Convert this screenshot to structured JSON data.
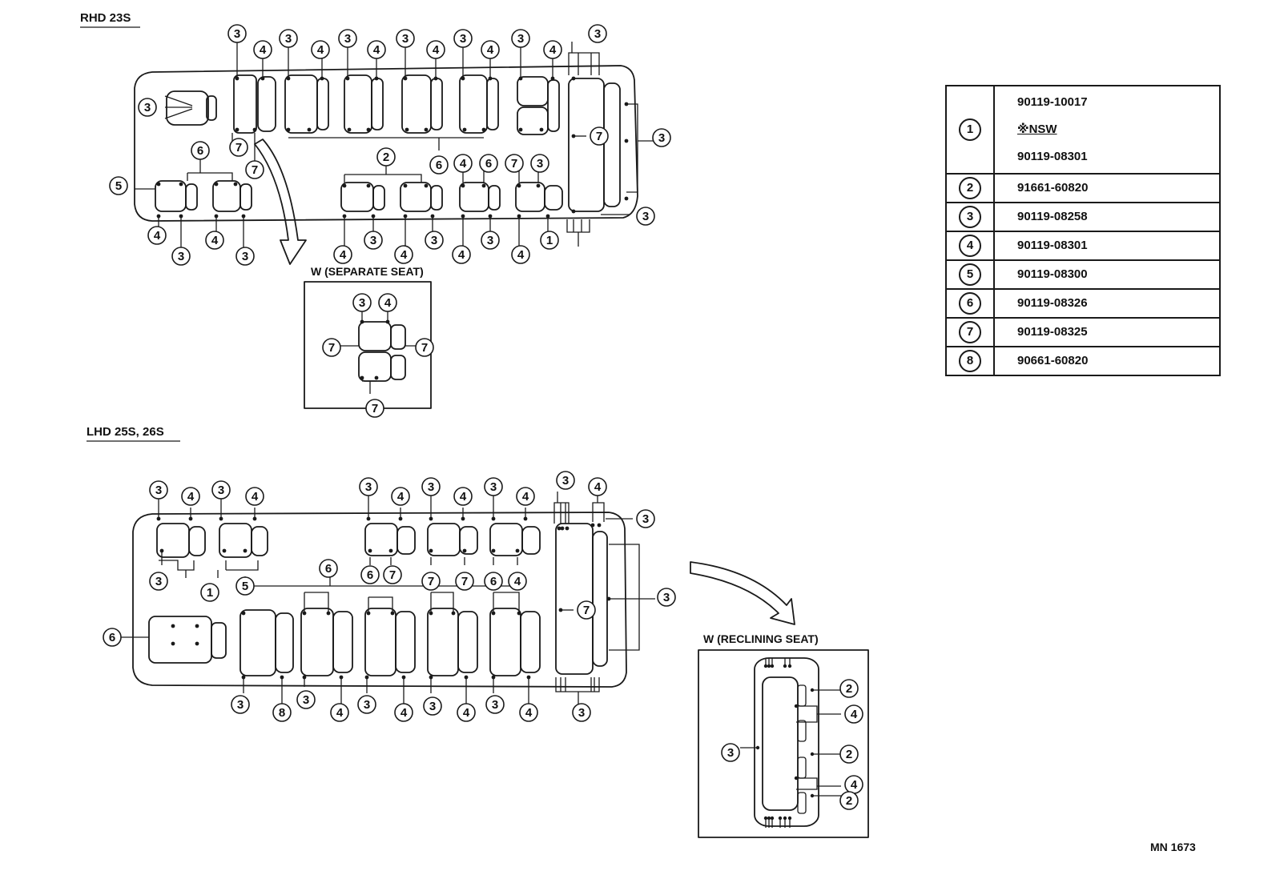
{
  "sections": {
    "rhd_label": "RHD 23S",
    "lhd_label": "LHD 25S, 26S",
    "separate_seat_label": "W (SEPARATE SEAT)",
    "reclining_seat_label": "W (RECLINING SEAT)"
  },
  "footer": {
    "code": "MN 1673"
  },
  "parts": [
    {
      "key": "1",
      "numbers": [
        "90119-10017",
        "※NSW",
        "90119-08301"
      ]
    },
    {
      "key": "2",
      "numbers": [
        "91661-60820"
      ]
    },
    {
      "key": "3",
      "numbers": [
        "90119-08258"
      ]
    },
    {
      "key": "4",
      "numbers": [
        "90119-08301"
      ]
    },
    {
      "key": "5",
      "numbers": [
        "90119-08300"
      ]
    },
    {
      "key": "6",
      "numbers": [
        "90119-08326"
      ]
    },
    {
      "key": "7",
      "numbers": [
        "90119-08325"
      ]
    },
    {
      "key": "8",
      "numbers": [
        "90661-60820"
      ]
    }
  ],
  "callouts": {
    "rhd": [
      "3",
      "4",
      "3",
      "4",
      "3",
      "4",
      "3",
      "4",
      "3",
      "4",
      "3",
      "4",
      "3",
      "3",
      "7",
      "7",
      "6",
      "5",
      "7",
      "3",
      "2",
      "6",
      "4",
      "6",
      "7",
      "3",
      "4",
      "3",
      "4",
      "3",
      "4",
      "3",
      "4",
      "3",
      "4",
      "3",
      "4",
      "1",
      "3"
    ],
    "separate": [
      "3",
      "4",
      "7",
      "7",
      "7"
    ],
    "lhd": [
      "3",
      "4",
      "3",
      "4",
      "3",
      "4",
      "3",
      "4",
      "3",
      "4",
      "3",
      "4",
      "3",
      "3",
      "1",
      "5",
      "6",
      "6",
      "7",
      "7",
      "7",
      "6",
      "4",
      "6",
      "7",
      "3",
      "3",
      "8",
      "3",
      "4",
      "3",
      "4",
      "3",
      "4",
      "3",
      "4",
      "3",
      "4",
      "3"
    ],
    "reclining": [
      "2",
      "4",
      "3",
      "2",
      "4",
      "2"
    ]
  }
}
